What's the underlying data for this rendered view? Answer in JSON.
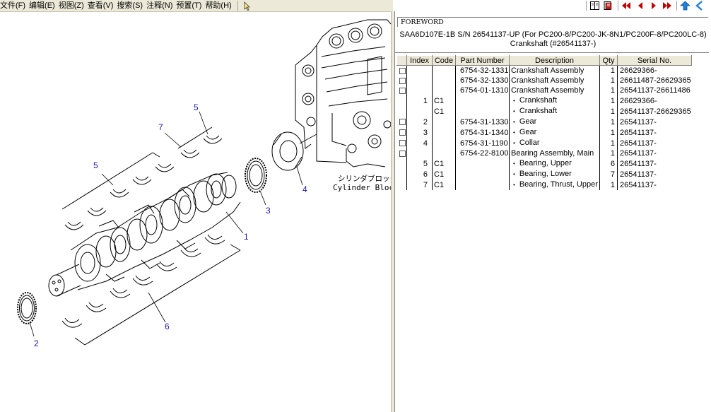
{
  "menu": {
    "items": [
      "文件(F)",
      "编辑(E)",
      "视图(Z)",
      "查看(V)",
      "搜索(S)",
      "注释(N)",
      "预置(T)",
      "帮助(H)"
    ]
  },
  "toolbar": {
    "icons": [
      "book-icon",
      "book-exit-icon",
      "first-page-icon",
      "prev-page-icon",
      "next-page-icon",
      "last-page-icon",
      "up-arrow-icon",
      "back-icon"
    ]
  },
  "drawing": {
    "callouts": [
      "1",
      "2",
      "3",
      "4",
      "5",
      "5",
      "6",
      "7"
    ],
    "block_label_jp": "シリンダブロック",
    "block_label_en": "Cylinder Bloc"
  },
  "header": {
    "foreword": "FOREWORD",
    "model": "SAA6D107E-1B S/N 26541137-UP (For PC200-8/PC200-JK-8N1/PC200F-8/PC200LC-8)",
    "subtitle": "Crankshaft (#26541137-)"
  },
  "table": {
    "columns": [
      "",
      "Index",
      "Code",
      "Part Number",
      "Description",
      "Qty",
      "Serial No."
    ],
    "rows": [
      {
        "check": true,
        "index": "",
        "code": "",
        "part": "6754-32-1331",
        "desc": "Crankshaft Assembly",
        "sub": false,
        "qty": "1",
        "serial": "26629366-"
      },
      {
        "check": true,
        "index": "",
        "code": "",
        "part": "6754-32-1330",
        "desc": "Crankshaft Assembly",
        "sub": false,
        "qty": "1",
        "serial": "26611487-26629365"
      },
      {
        "check": true,
        "index": "",
        "code": "",
        "part": "6754-01-1310",
        "desc": "Crankshaft Assembly",
        "sub": false,
        "qty": "1",
        "serial": "26541137-26611486"
      },
      {
        "check": false,
        "index": "1",
        "code": "C1",
        "part": "",
        "desc": "Crankshaft",
        "sub": true,
        "qty": "1",
        "serial": "26629366-"
      },
      {
        "check": false,
        "index": "",
        "code": "C1",
        "part": "",
        "desc": "Crankshaft",
        "sub": true,
        "qty": "1",
        "serial": "26541137-26629365"
      },
      {
        "check": true,
        "index": "2",
        "code": "",
        "part": "6754-31-1330",
        "desc": "Gear",
        "sub": true,
        "qty": "1",
        "serial": "26541137-"
      },
      {
        "check": true,
        "index": "3",
        "code": "",
        "part": "6754-31-1340",
        "desc": "Gear",
        "sub": true,
        "qty": "1",
        "serial": "26541137-"
      },
      {
        "check": true,
        "index": "4",
        "code": "",
        "part": "6754-31-1190",
        "desc": "Collar",
        "sub": true,
        "qty": "1",
        "serial": "26541137-"
      },
      {
        "check": true,
        "index": "",
        "code": "",
        "part": "6754-22-8100",
        "desc": "Bearing Assembly, Main",
        "sub": false,
        "qty": "1",
        "serial": "26541137-"
      },
      {
        "check": false,
        "index": "5",
        "code": "C1",
        "part": "",
        "desc": "Bearing, Upper",
        "sub": true,
        "qty": "6",
        "serial": "26541137-"
      },
      {
        "check": false,
        "index": "6",
        "code": "C1",
        "part": "",
        "desc": "Bearing, Lower",
        "sub": true,
        "qty": "7",
        "serial": "26541137-"
      },
      {
        "check": false,
        "index": "7",
        "code": "C1",
        "part": "",
        "desc": "Bearing, Thrust, Upper",
        "sub": true,
        "qty": "1",
        "serial": "26541137-"
      }
    ]
  }
}
